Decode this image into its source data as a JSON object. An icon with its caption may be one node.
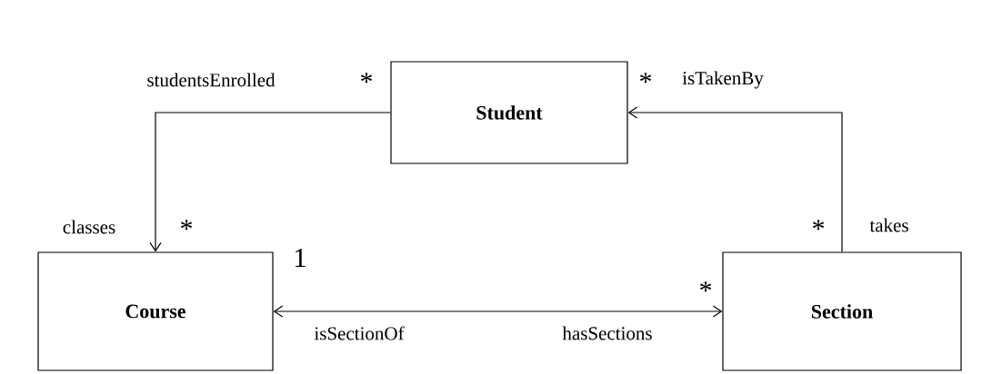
{
  "diagram": {
    "nodes": [
      {
        "text": [
          "Student"
        ]
      },
      {
        "text": [
          "Course"
        ]
      },
      {
        "text": [
          "Section"
        ]
      }
    ],
    "edges": [
      {
        "from": 0,
        "to": 1,
        "arrow": "to"
      },
      {
        "from": 2,
        "to": 0,
        "arrow": "to"
      },
      {
        "from": 1,
        "to": 2,
        "arrow": "both"
      }
    ],
    "labels": [
      "studentsEnrolled",
      "*",
      "*",
      "isTakenBy",
      "classes",
      "*",
      "*",
      "takes",
      "1",
      "*",
      "isSectionOf",
      "hasSections"
    ]
  }
}
